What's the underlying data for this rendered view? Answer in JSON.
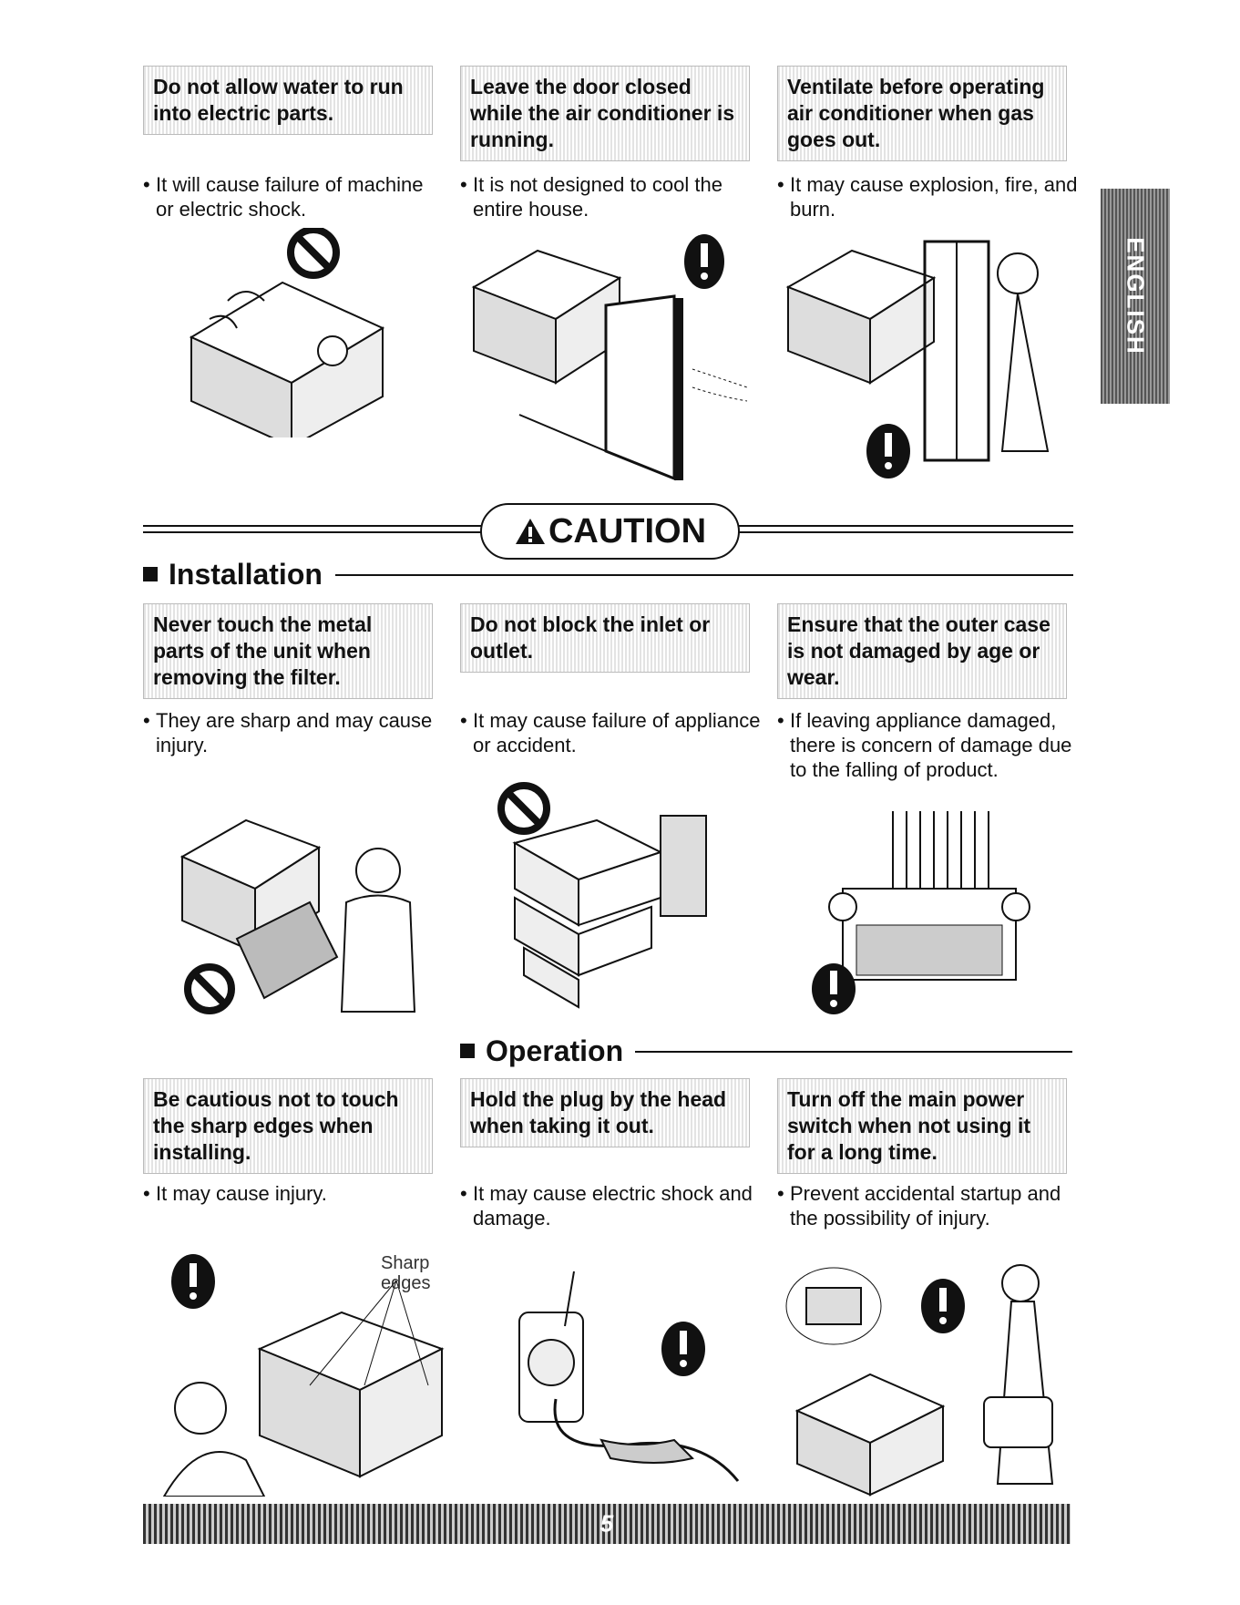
{
  "side_tab": {
    "label": "ENGLISH"
  },
  "page_number": "5",
  "caution": {
    "label": "CAUTION"
  },
  "sections": {
    "installation": "Installation",
    "operation": "Operation"
  },
  "sharp_edges_label_1": "Sharp",
  "sharp_edges_label_2": "edges",
  "warnings": [
    {
      "title": "Do not allow water to run into electric parts.",
      "desc": "It will cause failure of machine or  electric shock."
    },
    {
      "title": "Leave the door closed while the air conditioner is running.",
      "desc": "It is not designed to cool the entire house."
    },
    {
      "title": "Ventilate before operating air conditioner when gas goes out.",
      "desc": "It may cause explosion, fire, and burn."
    },
    {
      "title": "Never touch the metal parts of the unit when removing the filter.",
      "desc": "They are sharp and may cause injury."
    },
    {
      "title": "Do not block the inlet or outlet.",
      "desc": "It may cause failure of appliance or accident."
    },
    {
      "title": "Ensure that the outer case is not damaged by age or wear.",
      "desc": "If leaving appliance damaged, there is concern of damage due to the falling of product."
    },
    {
      "title": "Be cautious not to touch the sharp edges when installing.",
      "desc": "It may cause injury."
    },
    {
      "title": "Hold the plug by the head when taking it out.",
      "desc": "It may cause electric shock and damage."
    },
    {
      "title": "Turn off the main power switch when not using it for a long time.",
      "desc": "Prevent accidental startup and the possibility of injury."
    }
  ]
}
